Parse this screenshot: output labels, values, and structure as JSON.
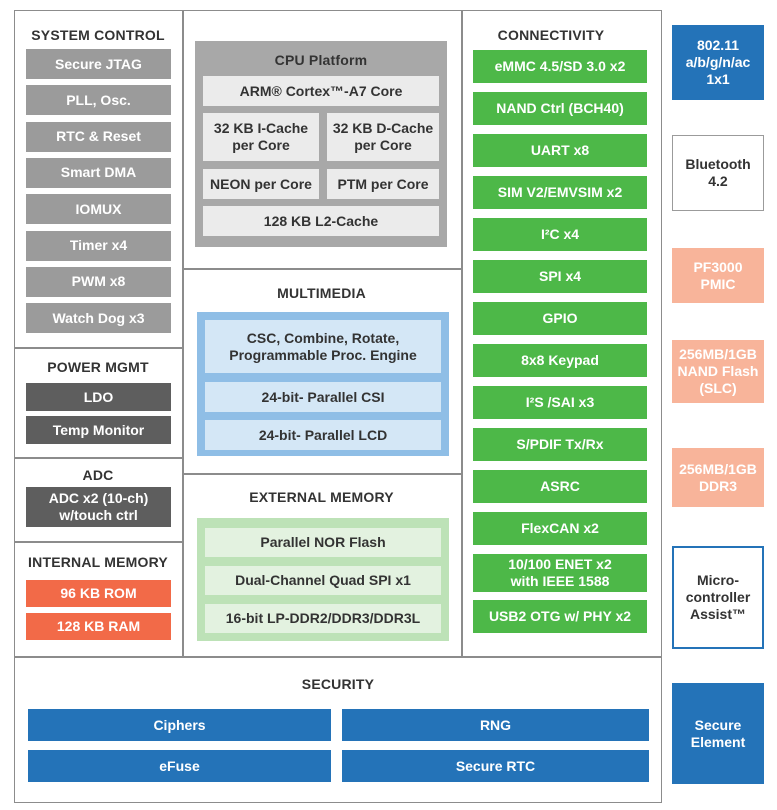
{
  "system_control": {
    "title": "SYSTEM CONTROL",
    "items": [
      "Secure JTAG",
      "PLL, Osc.",
      "RTC & Reset",
      "Smart DMA",
      "IOMUX",
      "Timer x4",
      "PWM x8",
      "Watch Dog x3"
    ]
  },
  "power_mgmt": {
    "title": "POWER MGMT",
    "items": [
      "LDO",
      "Temp Monitor"
    ]
  },
  "adc": {
    "title": "ADC",
    "items": [
      "ADC x2 (10-ch)\nw/touch ctrl"
    ]
  },
  "internal_memory": {
    "title": "INTERNAL MEMORY",
    "items": [
      "96 KB ROM",
      "128 KB RAM"
    ]
  },
  "cpu_platform": {
    "title": "CPU Platform",
    "core": "ARM® Cortex™-A7 Core",
    "icache": "32 KB I-Cache\nper Core",
    "dcache": "32 KB D-Cache\nper Core",
    "neon": "NEON per Core",
    "ptm": "PTM per Core",
    "l2": "128 KB L2-Cache"
  },
  "multimedia": {
    "title": "MULTIMEDIA",
    "items": [
      "CSC, Combine, Rotate,\nProgrammable Proc. Engine",
      "24-bit- Parallel CSI",
      "24-bit- Parallel LCD"
    ]
  },
  "external_memory": {
    "title": "EXTERNAL MEMORY",
    "items": [
      "Parallel NOR Flash",
      "Dual-Channel Quad SPI  x1",
      "16-bit LP-DDR2/DDR3/DDR3L"
    ]
  },
  "connectivity": {
    "title": "CONNECTIVITY",
    "items": [
      "eMMC 4.5/SD 3.0 x2",
      "NAND Ctrl (BCH40)",
      "UART x8",
      "SIM V2/EMVSIM x2",
      "I²C x4",
      "SPI x4",
      "GPIO",
      "8x8 Keypad",
      "I²S /SAI x3",
      "S/PDIF Tx/Rx",
      "ASRC",
      "FlexCAN x2",
      "10/100 ENET x2\nwith IEEE 1588",
      "USB2 OTG w/ PHY x2"
    ]
  },
  "security": {
    "title": "SECURITY",
    "items": [
      "Ciphers",
      "RNG",
      "eFuse",
      "Secure RTC"
    ]
  },
  "side": {
    "items": [
      "802.11\na/b/g/n/ac\n1x1",
      "Bluetooth\n4.2",
      "PF3000\nPMIC",
      "256MB/1GB\nNAND Flash\n(SLC)",
      "256MB/1GB\nDDR3",
      "Micro-\ncontroller\nAssist™",
      "Secure\nElement"
    ]
  },
  "colors": {
    "gray": "#9b9b9b",
    "dark": "#5e5e5e",
    "orange": "#f26a48",
    "green": "#4db848",
    "blue": "#2473b8",
    "peach": "#f8b49a",
    "light_blue": "#8fbee6",
    "light_green": "#bde2b7"
  }
}
